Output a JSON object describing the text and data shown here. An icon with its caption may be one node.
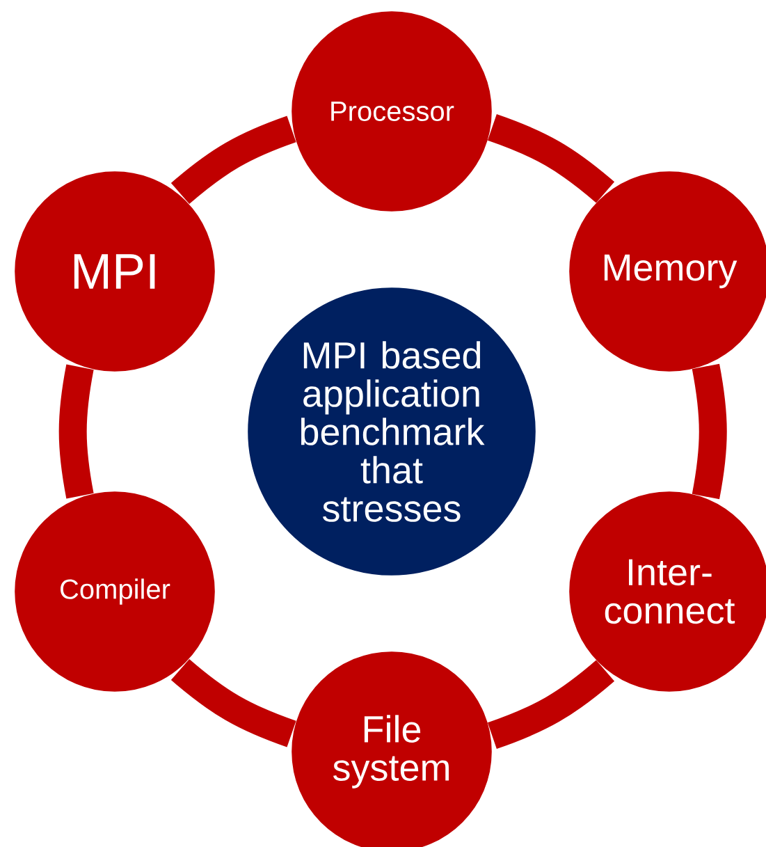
{
  "diagram": {
    "nodes": [
      {
        "text": [
          "MPI based application benchmark that stresses"
        ]
      },
      {
        "text": [
          "Processor"
        ]
      },
      {
        "text": [
          "Memory"
        ]
      },
      {
        "text": [
          "Inter-connect"
        ]
      },
      {
        "text": [
          "File system"
        ]
      },
      {
        "text": [
          "Compiler"
        ]
      },
      {
        "text": [
          "MPI"
        ]
      }
    ],
    "edges": [
      {
        "from": 1,
        "to": 2,
        "arrow": "none"
      },
      {
        "from": 2,
        "to": 3,
        "arrow": "none"
      },
      {
        "from": 3,
        "to": 4,
        "arrow": "none"
      },
      {
        "from": 4,
        "to": 5,
        "arrow": "none"
      },
      {
        "from": 5,
        "to": 6,
        "arrow": "none"
      },
      {
        "from": 6,
        "to": 1,
        "arrow": "none"
      }
    ]
  }
}
